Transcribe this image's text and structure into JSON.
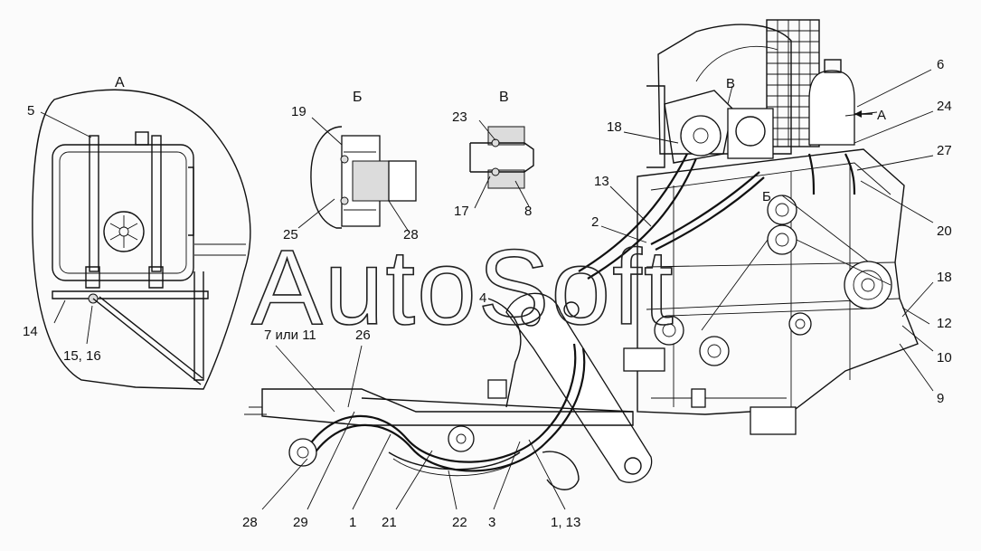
{
  "watermark": "AutoSoft",
  "views": {
    "a": "А",
    "b": "Б",
    "v": "В"
  },
  "callouts": {
    "a_5": "5",
    "a_14": "14",
    "a_15_16": "15, 16",
    "b_19": "19",
    "b_25": "25",
    "b_28": "28",
    "v_23": "23",
    "v_17": "17",
    "v_8": "8",
    "m_18a": "18",
    "m_13": "13",
    "m_2": "2",
    "m_4": "4",
    "m_6": "6",
    "m_arrow_a": "А",
    "m_v": "В",
    "m_b": "Б",
    "m_24": "24",
    "m_27": "27",
    "m_20": "20",
    "m_18b": "18",
    "m_12": "12",
    "m_10": "10",
    "m_9": "9",
    "m_7or11": "7 или 11",
    "m_26": "26",
    "m_28": "28",
    "m_29": "29",
    "m_1": "1",
    "m_21": "21",
    "m_22": "22",
    "m_3": "3",
    "m_1_13": "1, 13"
  }
}
